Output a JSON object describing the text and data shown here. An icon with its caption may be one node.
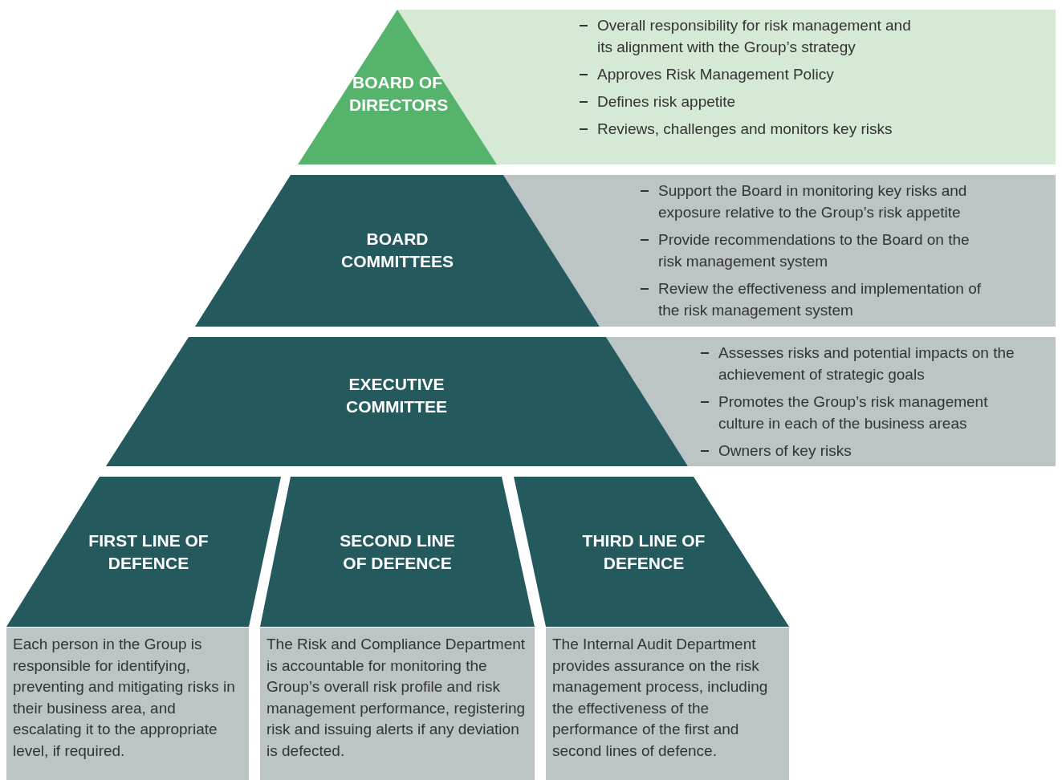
{
  "diagram": {
    "nodes": [
      {
        "text": [
          "BOARD OF DIRECTORS"
        ]
      },
      {
        "text": [
          "Overall responsibility for risk management and its alignment with the Group’s strategy",
          "Approves Risk Management Policy",
          "Defines risk appetite",
          "Reviews, challenges and monitors key risks"
        ]
      },
      {
        "text": [
          "BOARD COMMITTEES"
        ]
      },
      {
        "text": [
          "Support the Board in monitoring key risks and exposure relative to the Group’s risk appetite",
          "Provide recommendations to the Board on the risk management system",
          "Review the effectiveness and implementation of the risk management system"
        ]
      },
      {
        "text": [
          "EXECUTIVE COMMITTEE"
        ]
      },
      {
        "text": [
          "Assesses risks and potential impacts on the achievement of strategic goals",
          "Promotes the Group’s risk management culture in each of the business areas",
          "Owners of key risks"
        ]
      },
      {
        "text": [
          "FIRST LINE OF DEFENCE"
        ]
      },
      {
        "text": [
          "Each person in the Group is responsible for identifying, preventing and mitigating risks in their business area, and escalating it to the appropriate level, if required."
        ]
      },
      {
        "text": [
          "SECOND LINE OF DEFENCE"
        ]
      },
      {
        "text": [
          "The Risk and Compliance Department is accountable for monitoring the Group’s overall risk profile and risk management performance, registering risk and issuing alerts if any deviation is defected."
        ]
      },
      {
        "text": [
          "THIRD LINE OF DEFENCE"
        ]
      },
      {
        "text": [
          "The Internal Audit Department provides assurance on the risk management process, including the effectiveness of the performance of the first and second lines of defence."
        ]
      }
    ]
  }
}
